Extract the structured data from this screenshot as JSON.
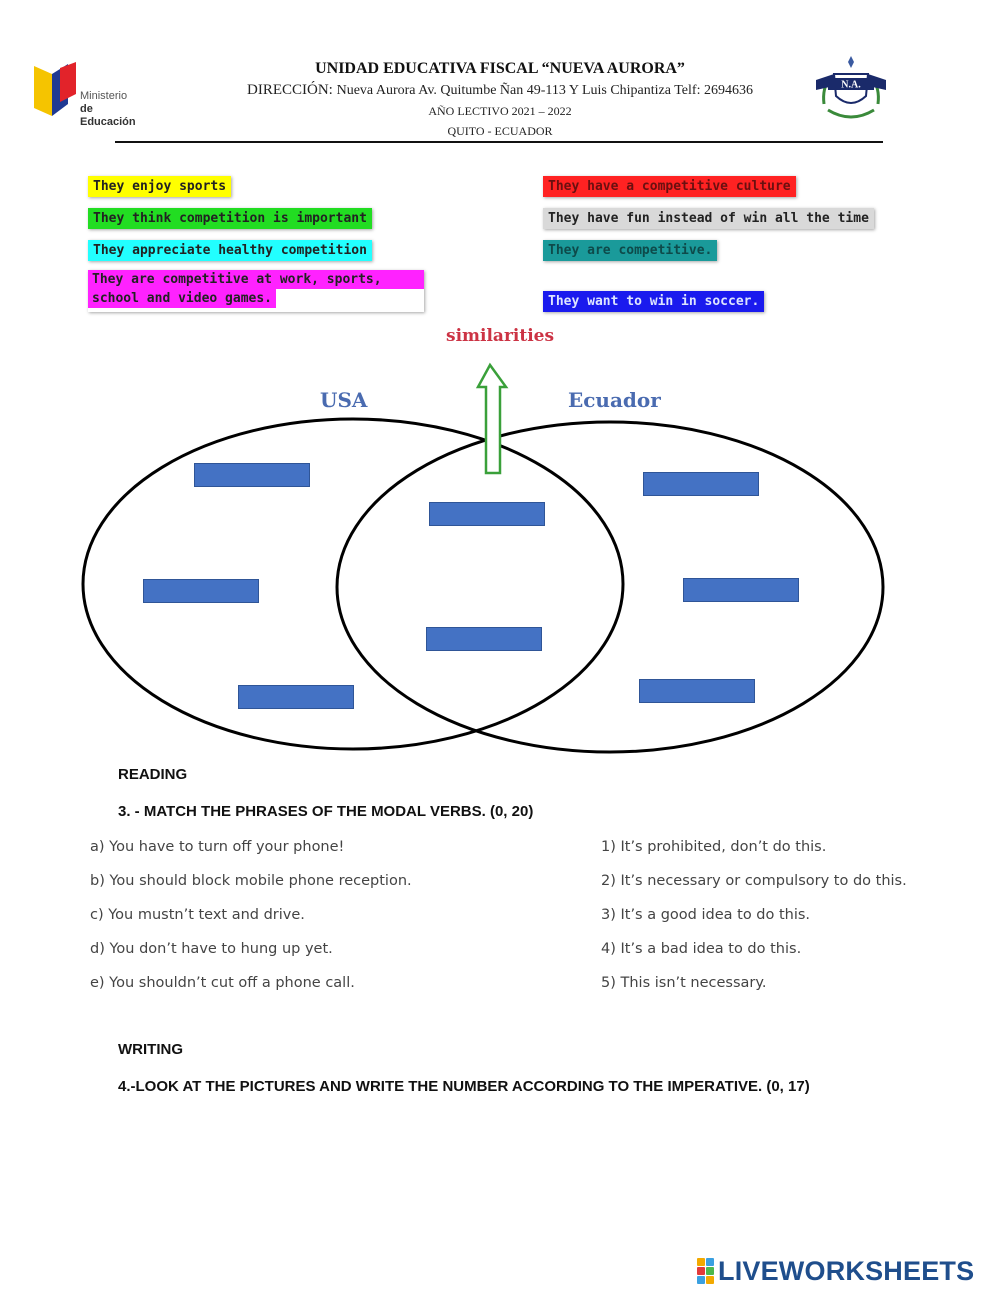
{
  "header": {
    "ministry_line1": "Ministerio",
    "ministry_line2": "de Educación",
    "school_name": "UNIDAD EDUCATIVA FISCAL “NUEVA AURORA”",
    "address_label": "DIRECCIÓN:",
    "address_text": "Nueva Aurora Av. Quitumbe Ñan 49-113 Y Luis Chipantiza Telf: 2694636",
    "school_year": "AÑO LECTIVO 2021 – 2022",
    "city": "QUITO - ECUADOR",
    "crest_initials": "N.A."
  },
  "phrases_left": [
    {
      "text": "They enjoy sports",
      "color": "#ffff00"
    },
    {
      "text": "They think competition is important",
      "color": "#22dd22"
    },
    {
      "text": "They appreciate healthy competition",
      "color": "#22ffff"
    },
    {
      "text_line1": "They are competitive at work, sports,",
      "text_line2": "school and video games.",
      "color": "#ff22ff"
    }
  ],
  "phrases_right": [
    {
      "text": "They have a competitive culture",
      "color": "#ff2222"
    },
    {
      "text": "They have fun instead of win all the time",
      "color": "#d9d9d9"
    },
    {
      "text": "They are competitive.",
      "color": "#1a9a9a"
    },
    {
      "text": "They want to win in soccer.",
      "color": "#1a1aee"
    }
  ],
  "venn": {
    "similarities_label": "similarities",
    "left_label": "USA",
    "right_label": "Ecuador",
    "drop_color": "#4472c4"
  },
  "reading": {
    "heading": "READING",
    "instruction": "3. - MATCH THE PHRASES OF THE MODAL VERBS. (0, 20)",
    "left_items": [
      "a) You have to turn off your phone!",
      "b) You should block mobile phone reception.",
      "c) You mustn’t text and drive.",
      "d) You don’t have to hung up yet.",
      "e) You shouldn’t cut off a phone call."
    ],
    "right_items": [
      "1) It’s prohibited, don’t do this.",
      "2) It’s necessary or compulsory to do this.",
      "3) It’s a good idea to do this.",
      "4) It’s a bad idea to do this.",
      "5) This isn’t necessary."
    ]
  },
  "writing": {
    "heading": "WRITING",
    "instruction": "4.-LOOK AT THE PICTURES AND WRITE THE NUMBER ACCORDING TO THE IMPERATIVE. (0, 17)"
  },
  "footer": {
    "brand": "LIVEWORKSHEETS",
    "brand_color": "#1f4e8c"
  }
}
